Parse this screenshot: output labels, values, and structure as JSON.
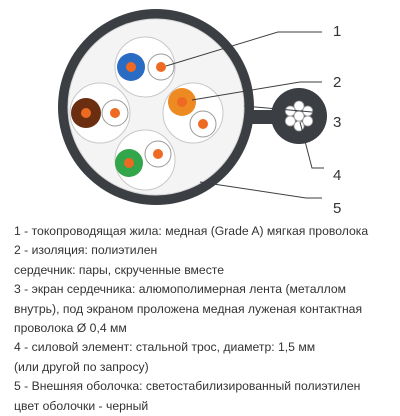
{
  "callouts": {
    "c1": "1",
    "c2": "2",
    "c3": "3",
    "c4": "4",
    "c5": "5"
  },
  "colors": {
    "jacket": "#3b3e42",
    "shield": "#f4f4f4",
    "insulation": "#ffffff",
    "conductor": "#ee6a23",
    "pair_blue": "#2a6bc4",
    "pair_orange": "#ee8a22",
    "pair_brown": "#6b2e10",
    "pair_green": "#33a54a",
    "leader": "#3b3e42"
  },
  "legend": [
    "1 - токопроводящая жила: медная (Grade A) мягкая проволока",
    "2 - изоляция: полиэтилен",
    "сердечник: пары, скрученные вместе",
    "3 - экран сердечника: алюмополимерная лента (металлом",
    "внутрь), под экраном проложена медная луженая контактная",
    "проволока Ø 0,4 мм",
    "4 - силовой элемент: стальной трос, диаметр: 1,5 мм",
    "(или другой по запросу)",
    "5 - Внешняя оболочка: светостабилизированный полиэтилен",
    "цвет оболочки - черный"
  ]
}
